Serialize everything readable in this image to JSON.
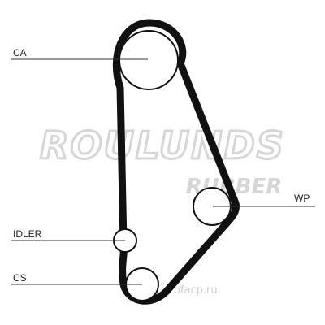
{
  "diagram": {
    "labels": {
      "ca": "CA",
      "wp": "WP",
      "idler": "IDLER",
      "cs": "CS"
    }
  },
  "watermark": {
    "brand_line1": "ROULUNDS",
    "brand_line2": "RUBBER",
    "site": "ofacp.ru"
  },
  "colors": {
    "belt": "#111111",
    "pulley_fill": "#ffffff",
    "watermark": "#d6d6d6"
  }
}
